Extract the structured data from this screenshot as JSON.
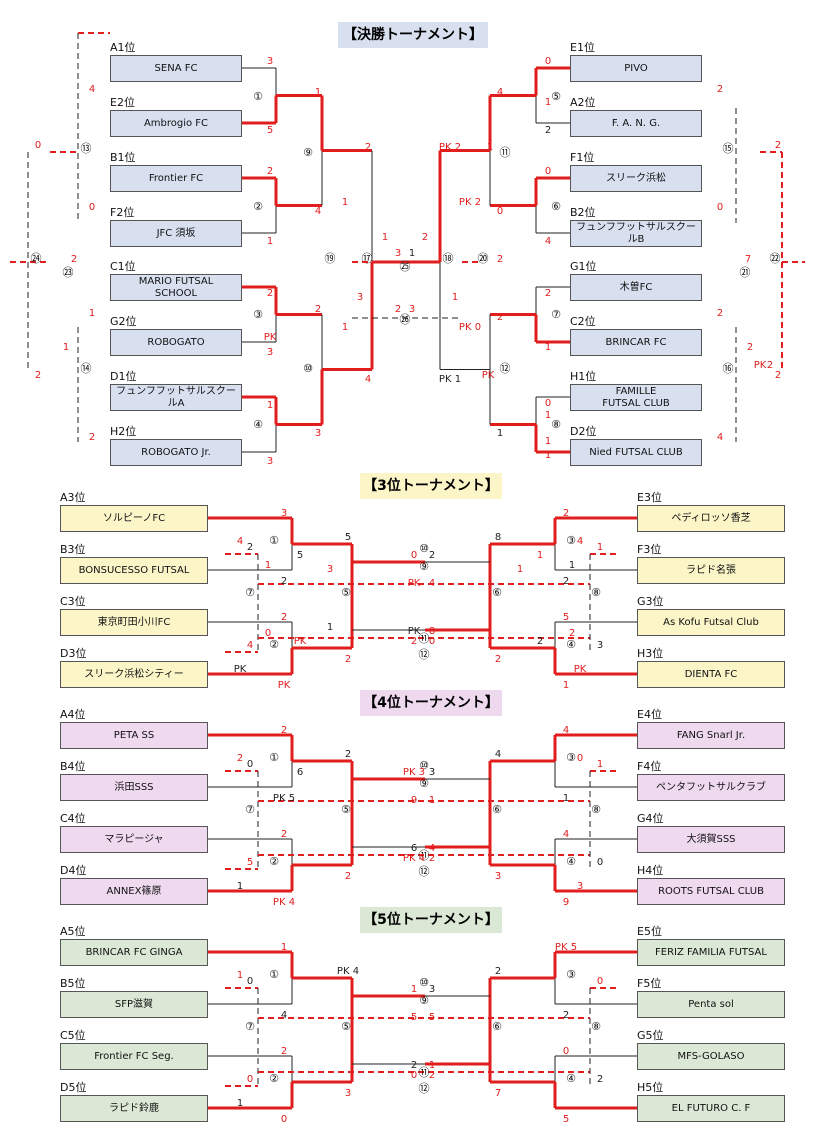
{
  "colors": {
    "win_line": "#e11d1d",
    "lose_line": "#222222",
    "final_fill": "#d8e0f0",
    "third_fill": "#fbf5c8",
    "fourth_fill": "#efd9ef",
    "fifth_fill": "#dce8d6",
    "title_final_bg": "#d8e0f0",
    "title_third_bg": "#fbf5c8",
    "title_fourth_bg": "#efd9ef",
    "title_fifth_bg": "#dce8d6"
  },
  "sections": [
    {
      "title": "【決勝トーナメント】",
      "left": [
        {
          "rank": "A1位",
          "name": "SENA FC"
        },
        {
          "rank": "E2位",
          "name": "Ambrogio FC"
        },
        {
          "rank": "B1位",
          "name": "Frontier FC"
        },
        {
          "rank": "F2位",
          "name": "JFC 須坂"
        },
        {
          "rank": "C1位",
          "name": "MARIO FUTSAL\nSCHOOL"
        },
        {
          "rank": "G2位",
          "name": "ROBOGATO"
        },
        {
          "rank": "D1位",
          "name": "フュンフフットサルスクールA"
        },
        {
          "rank": "H2位",
          "name": "ROBOGATO Jr."
        }
      ],
      "right": [
        {
          "rank": "E1位",
          "name": "PIVO"
        },
        {
          "rank": "A2位",
          "name": "F. A. N. G."
        },
        {
          "rank": "F1位",
          "name": "スリーク浜松"
        },
        {
          "rank": "B2位",
          "name": "フュンフフットサルスクールB"
        },
        {
          "rank": "G1位",
          "name": "木曽FC"
        },
        {
          "rank": "C2位",
          "name": "BRINCAR FC"
        },
        {
          "rank": "H1位",
          "name": "FAMILLE\nFUTSAL CLUB"
        },
        {
          "rank": "D2位",
          "name": "Nied FUTSAL CLUB"
        }
      ],
      "match_numbers": [
        "①",
        "②",
        "③",
        "④",
        "⑤",
        "⑥",
        "⑦",
        "⑧",
        "⑨",
        "⑩",
        "⑪",
        "⑫",
        "⑬",
        "⑭",
        "⑮",
        "⑯",
        "⑰",
        "⑱",
        "⑲",
        "⑳",
        "㉑",
        "㉒",
        "㉓",
        "㉔",
        "㉕",
        "㉖"
      ],
      "scores": [
        "3",
        "5",
        "2",
        "1",
        "0",
        "2",
        "0",
        "4",
        "1",
        "4",
        "0",
        "2",
        "2",
        "3",
        "2",
        "4",
        "4",
        "0",
        "2",
        "1",
        "PK 2",
        "PK 1",
        "3",
        "1",
        "2",
        "3",
        "4",
        "0",
        "0",
        "2",
        "1",
        "2",
        "2",
        "1",
        "2",
        "0",
        "2",
        "2",
        "2",
        "4",
        "7",
        "2",
        "1",
        "1",
        "PK 2",
        "PK 0",
        "1",
        "2",
        "3",
        "1",
        "PK",
        "2",
        "1",
        "1",
        "2",
        "1",
        "0",
        "1",
        "1",
        "1",
        "PK",
        "2",
        "2",
        "PK",
        "3",
        "1",
        "3",
        "2",
        "3"
      ]
    },
    {
      "title": "【3位トーナメント】",
      "left": [
        {
          "rank": "A3位",
          "name": "ソルピーノFC"
        },
        {
          "rank": "B3位",
          "name": "BONSUCESSO FUTSAL"
        },
        {
          "rank": "C3位",
          "name": "東京町田小川FC"
        },
        {
          "rank": "D3位",
          "name": "スリーク浜松シティー"
        }
      ],
      "right": [
        {
          "rank": "E3位",
          "name": "ペディロッソ香芝"
        },
        {
          "rank": "F3位",
          "name": "ラピド名張"
        },
        {
          "rank": "G3位",
          "name": "As Kofu Futsal Club"
        },
        {
          "rank": "H3位",
          "name": "DIENTA FC"
        }
      ],
      "match_numbers": [
        "①",
        "②",
        "③",
        "④",
        "⑤",
        "⑥",
        "⑦",
        "⑧",
        "⑨",
        "⑩",
        "⑪",
        "⑫"
      ],
      "scores": [
        "3",
        "2",
        "2",
        "PK",
        "5",
        "2",
        "0",
        "2",
        "2",
        "0",
        "8",
        "2",
        "2",
        "2",
        "5",
        "1",
        "2",
        "4",
        "1",
        "3",
        "PK",
        "4",
        "PK",
        "8",
        "4",
        "PK",
        "4",
        "PK",
        "5",
        "PK",
        "1",
        "2",
        "1",
        "0",
        "1",
        "2",
        "3",
        "1",
        "1"
      ]
    },
    {
      "title": "【4位トーナメント】",
      "left": [
        {
          "rank": "A4位",
          "name": "PETA SS"
        },
        {
          "rank": "B4位",
          "name": "浜田SSS"
        },
        {
          "rank": "C4位",
          "name": "マラピージャ"
        },
        {
          "rank": "D4位",
          "name": "ANNEX篠原"
        }
      ],
      "right": [
        {
          "rank": "E4位",
          "name": "FANG Snarl Jr."
        },
        {
          "rank": "F4位",
          "name": "ペンタフットサルクラブ"
        },
        {
          "rank": "G4位",
          "name": "大須賀SSS"
        },
        {
          "rank": "H4位",
          "name": "ROOTS FUTSAL CLUB"
        }
      ],
      "match_numbers": [
        "①",
        "②",
        "③",
        "④",
        "⑤",
        "⑥",
        "⑦",
        "⑧",
        "⑨",
        "⑩",
        "⑪",
        "⑫"
      ],
      "scores": [
        "2",
        "PK 5",
        "2",
        "PK 4",
        "2",
        "2",
        "PK 3",
        "3",
        "PK 4",
        "2",
        "4",
        "3",
        "4",
        "1",
        "4",
        "9",
        "0",
        "5",
        "1",
        "0",
        "9",
        "1",
        "6",
        "4",
        "2",
        "1",
        "0",
        "3",
        "6"
      ]
    },
    {
      "title": "【5位トーナメント】",
      "left": [
        {
          "rank": "A5位",
          "name": "BRINCAR FC GINGA"
        },
        {
          "rank": "B5位",
          "name": "SFP滋賀"
        },
        {
          "rank": "C5位",
          "name": "Frontier FC Seg."
        },
        {
          "rank": "D5位",
          "name": "ラピド鈴鹿"
        }
      ],
      "right": [
        {
          "rank": "E5位",
          "name": "FERIZ FAMILIA FUTSAL"
        },
        {
          "rank": "F5位",
          "name": "Penta sol"
        },
        {
          "rank": "G5位",
          "name": "MFS-GOLASO"
        },
        {
          "rank": "H5位",
          "name": "EL FUTURO C. F"
        }
      ],
      "match_numbers": [
        "①",
        "②",
        "③",
        "④",
        "⑤",
        "⑥",
        "⑦",
        "⑧",
        "⑨",
        "⑩",
        "⑪",
        "⑫"
      ],
      "scores": [
        "1",
        "4",
        "2",
        "0",
        "PK 4",
        "3",
        "1",
        "3",
        "0",
        "2",
        "2",
        "7",
        "PK 5",
        "2",
        "0",
        "5",
        "0",
        "0",
        "0",
        "2",
        "5",
        "5",
        "2",
        "1",
        "1",
        "1"
      ]
    }
  ]
}
